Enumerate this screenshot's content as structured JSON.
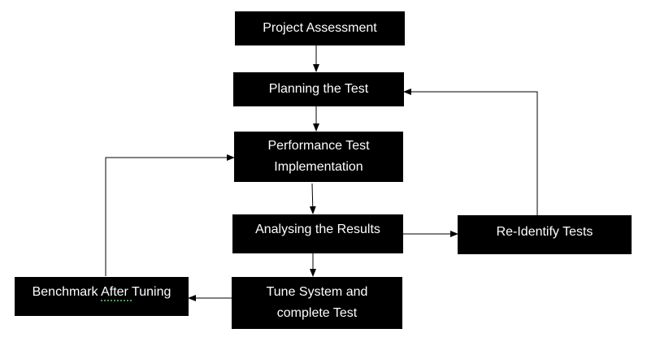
{
  "diagram": {
    "nodes": {
      "project_assessment": {
        "label": "Project Assessment"
      },
      "planning_the_test": {
        "label": "Planning the Test"
      },
      "performance_test_implementation": {
        "label": "Performance Test\nImplementation"
      },
      "analysing_the_results": {
        "label": "Analysing the Results"
      },
      "re_identify_tests": {
        "label": "Re-Identify Tests"
      },
      "tune_system": {
        "label": "Tune System and\ncomplete Test"
      },
      "benchmark_after_tuning": {
        "label": "Benchmark After Tuning"
      }
    },
    "edges": [
      {
        "from": "project_assessment",
        "to": "planning_the_test"
      },
      {
        "from": "planning_the_test",
        "to": "performance_test_implementation"
      },
      {
        "from": "performance_test_implementation",
        "to": "analysing_the_results"
      },
      {
        "from": "analysing_the_results",
        "to": "re_identify_tests"
      },
      {
        "from": "re_identify_tests",
        "to": "planning_the_test"
      },
      {
        "from": "analysing_the_results",
        "to": "tune_system"
      },
      {
        "from": "tune_system",
        "to": "benchmark_after_tuning"
      },
      {
        "from": "benchmark_after_tuning",
        "to": "performance_test_implementation"
      }
    ],
    "colors": {
      "box": "#000000",
      "text": "#ffffff",
      "line": "#000000"
    }
  }
}
